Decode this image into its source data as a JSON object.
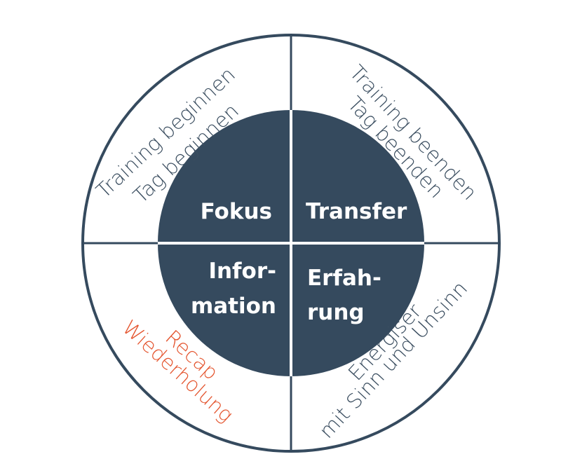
{
  "colors": {
    "circle_fill": "#354a5e",
    "line": "#354a5e",
    "inner_text": "#ffffff",
    "outer_text": "#3b4e60",
    "highlight_text": "#e4552f",
    "background": "#ffffff"
  },
  "inner": {
    "top_left": {
      "line1": "Fokus"
    },
    "top_right": {
      "line1": "Transfer"
    },
    "bottom_left": {
      "line1": "Infor-",
      "line2": "mation"
    },
    "bottom_right": {
      "line1": "Erfah-",
      "line2": "rung"
    }
  },
  "outer": {
    "top_left": {
      "line1": "Training beginnen",
      "line2": "Tag beginnen"
    },
    "top_right": {
      "line1": "Training beenden",
      "line2": "Tag beenden"
    },
    "bottom_left": {
      "line1": "Recap",
      "line2": "Wiederholung",
      "highlighted": true
    },
    "bottom_right": {
      "line1": "Energiser",
      "line2": "mit Sinn und Unsinn"
    }
  }
}
